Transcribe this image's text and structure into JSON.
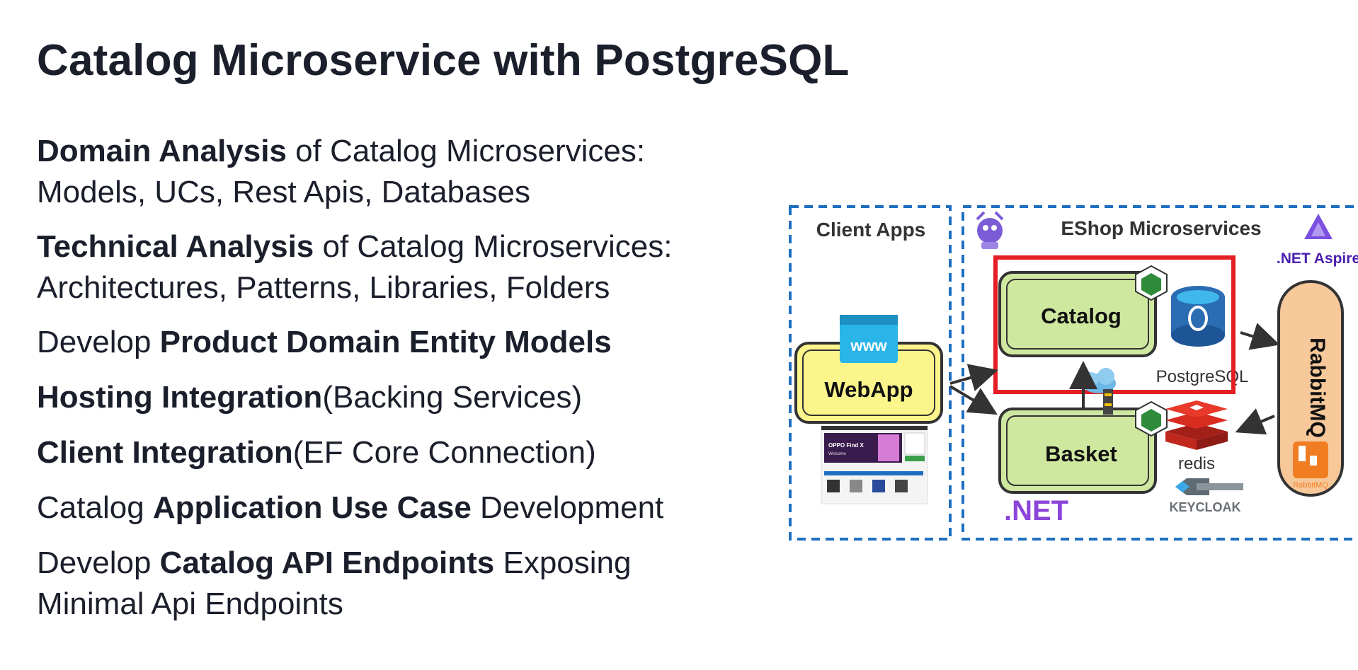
{
  "slide": {
    "title": "Catalog Microservice with PostgreSQL"
  },
  "bullets": [
    {
      "line1_bold": "Domain Analysis",
      "line1_rest": " of Catalog Microservices:",
      "line2": "Models, UCs, Rest Apis, Databases"
    },
    {
      "line1_bold": "Technical Analysis",
      "line1_rest": " of Catalog Microservices:",
      "line2": "Architectures, Patterns, Libraries, Folders"
    },
    {
      "prefix": "Develop ",
      "bold": "Product Domain Entity Models"
    },
    {
      "bold": "Hosting Integration",
      "suffix": "(Backing Services)"
    },
    {
      "bold": "Client Integration",
      "suffix": "(EF Core Connection)"
    },
    {
      "prefix": "Catalog ",
      "bold": "Application Use Case",
      "suffix": " Development"
    },
    {
      "prefix": "Develop ",
      "bold": "Catalog API Endpoints",
      "suffix": " Exposing",
      "line2": "Minimal Api Endpoints"
    }
  ],
  "diagram": {
    "client_apps_label": "Client Apps",
    "microservices_label": "EShop Microservices",
    "aspire_label": ".NET Aspire",
    "www_label": "www",
    "webapp_label": "WebApp",
    "catalog_label": "Catalog",
    "basket_label": "Basket",
    "postgres_label": "PostgreSQL",
    "redis_label": "redis",
    "rabbitmq_label": "RabbitMQ",
    "rabbitmq_logo_text": "RabbitMQ",
    "dotnet_label": ".NET",
    "keycloak_label": "KEYCLOAK",
    "screenshot_banner": "OPPO Find X",
    "screenshot_subtext": "Welcome",
    "colors": {
      "dashed_border": "#1f6fc0",
      "service_fill": "#cfe8a0",
      "webapp_fill": "#fbf58c",
      "highlight": "#e31e24",
      "rabbit_fill": "#f7c89a",
      "postgres_blue": "#2a6db3",
      "redis_red": "#d82c20",
      "dotnet_purple": "#8b46d9",
      "aspire_purple": "#5b2bb5"
    }
  }
}
